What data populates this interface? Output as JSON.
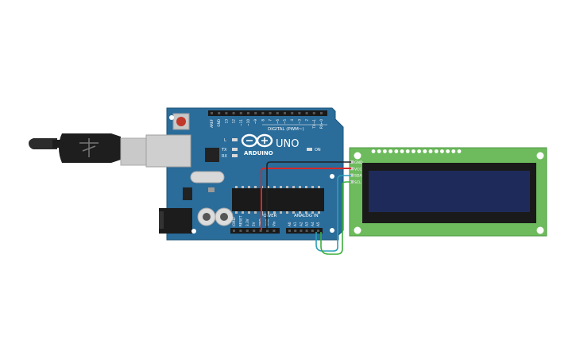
{
  "board": {
    "brand": "ARDUINO",
    "model": "UNO",
    "digital_label": "DIGITAL (PWM~)",
    "power_label": "POWER",
    "analog_label": "ANALOG IN",
    "on_label": "ON",
    "l_label": "L",
    "tx_label": "TX",
    "rx_label": "RX",
    "digital_pins": [
      "AREF",
      "GND",
      "13",
      "12",
      "~11",
      "~10",
      "~9",
      "8",
      "7",
      "~6",
      "~5",
      "4",
      "~3",
      "2",
      "TX→1",
      "RX←0"
    ],
    "power_pins": [
      "IOREF",
      "RESET",
      "3.3V",
      "5V",
      "GND",
      "GND",
      "Vin"
    ],
    "analog_pins": [
      "A0",
      "A1",
      "A2",
      "A3",
      "A4",
      "A5"
    ]
  },
  "lcd": {
    "pins": [
      "GND",
      "VCC",
      "SDA",
      "SCL"
    ]
  },
  "colors": {
    "board": "#2a6c9a",
    "board_edge": "#1f5679",
    "lcd_pcb": "#6dbb5d",
    "lcd_screen": "#1e2b5a",
    "wire_gnd": "#222222",
    "wire_vcc": "#d42828",
    "wire_sda": "#2aa0b8",
    "wire_scl": "#3bae3b"
  },
  "icons": [
    "usb-plug-icon",
    "arduino-infinity-logo-icon"
  ]
}
